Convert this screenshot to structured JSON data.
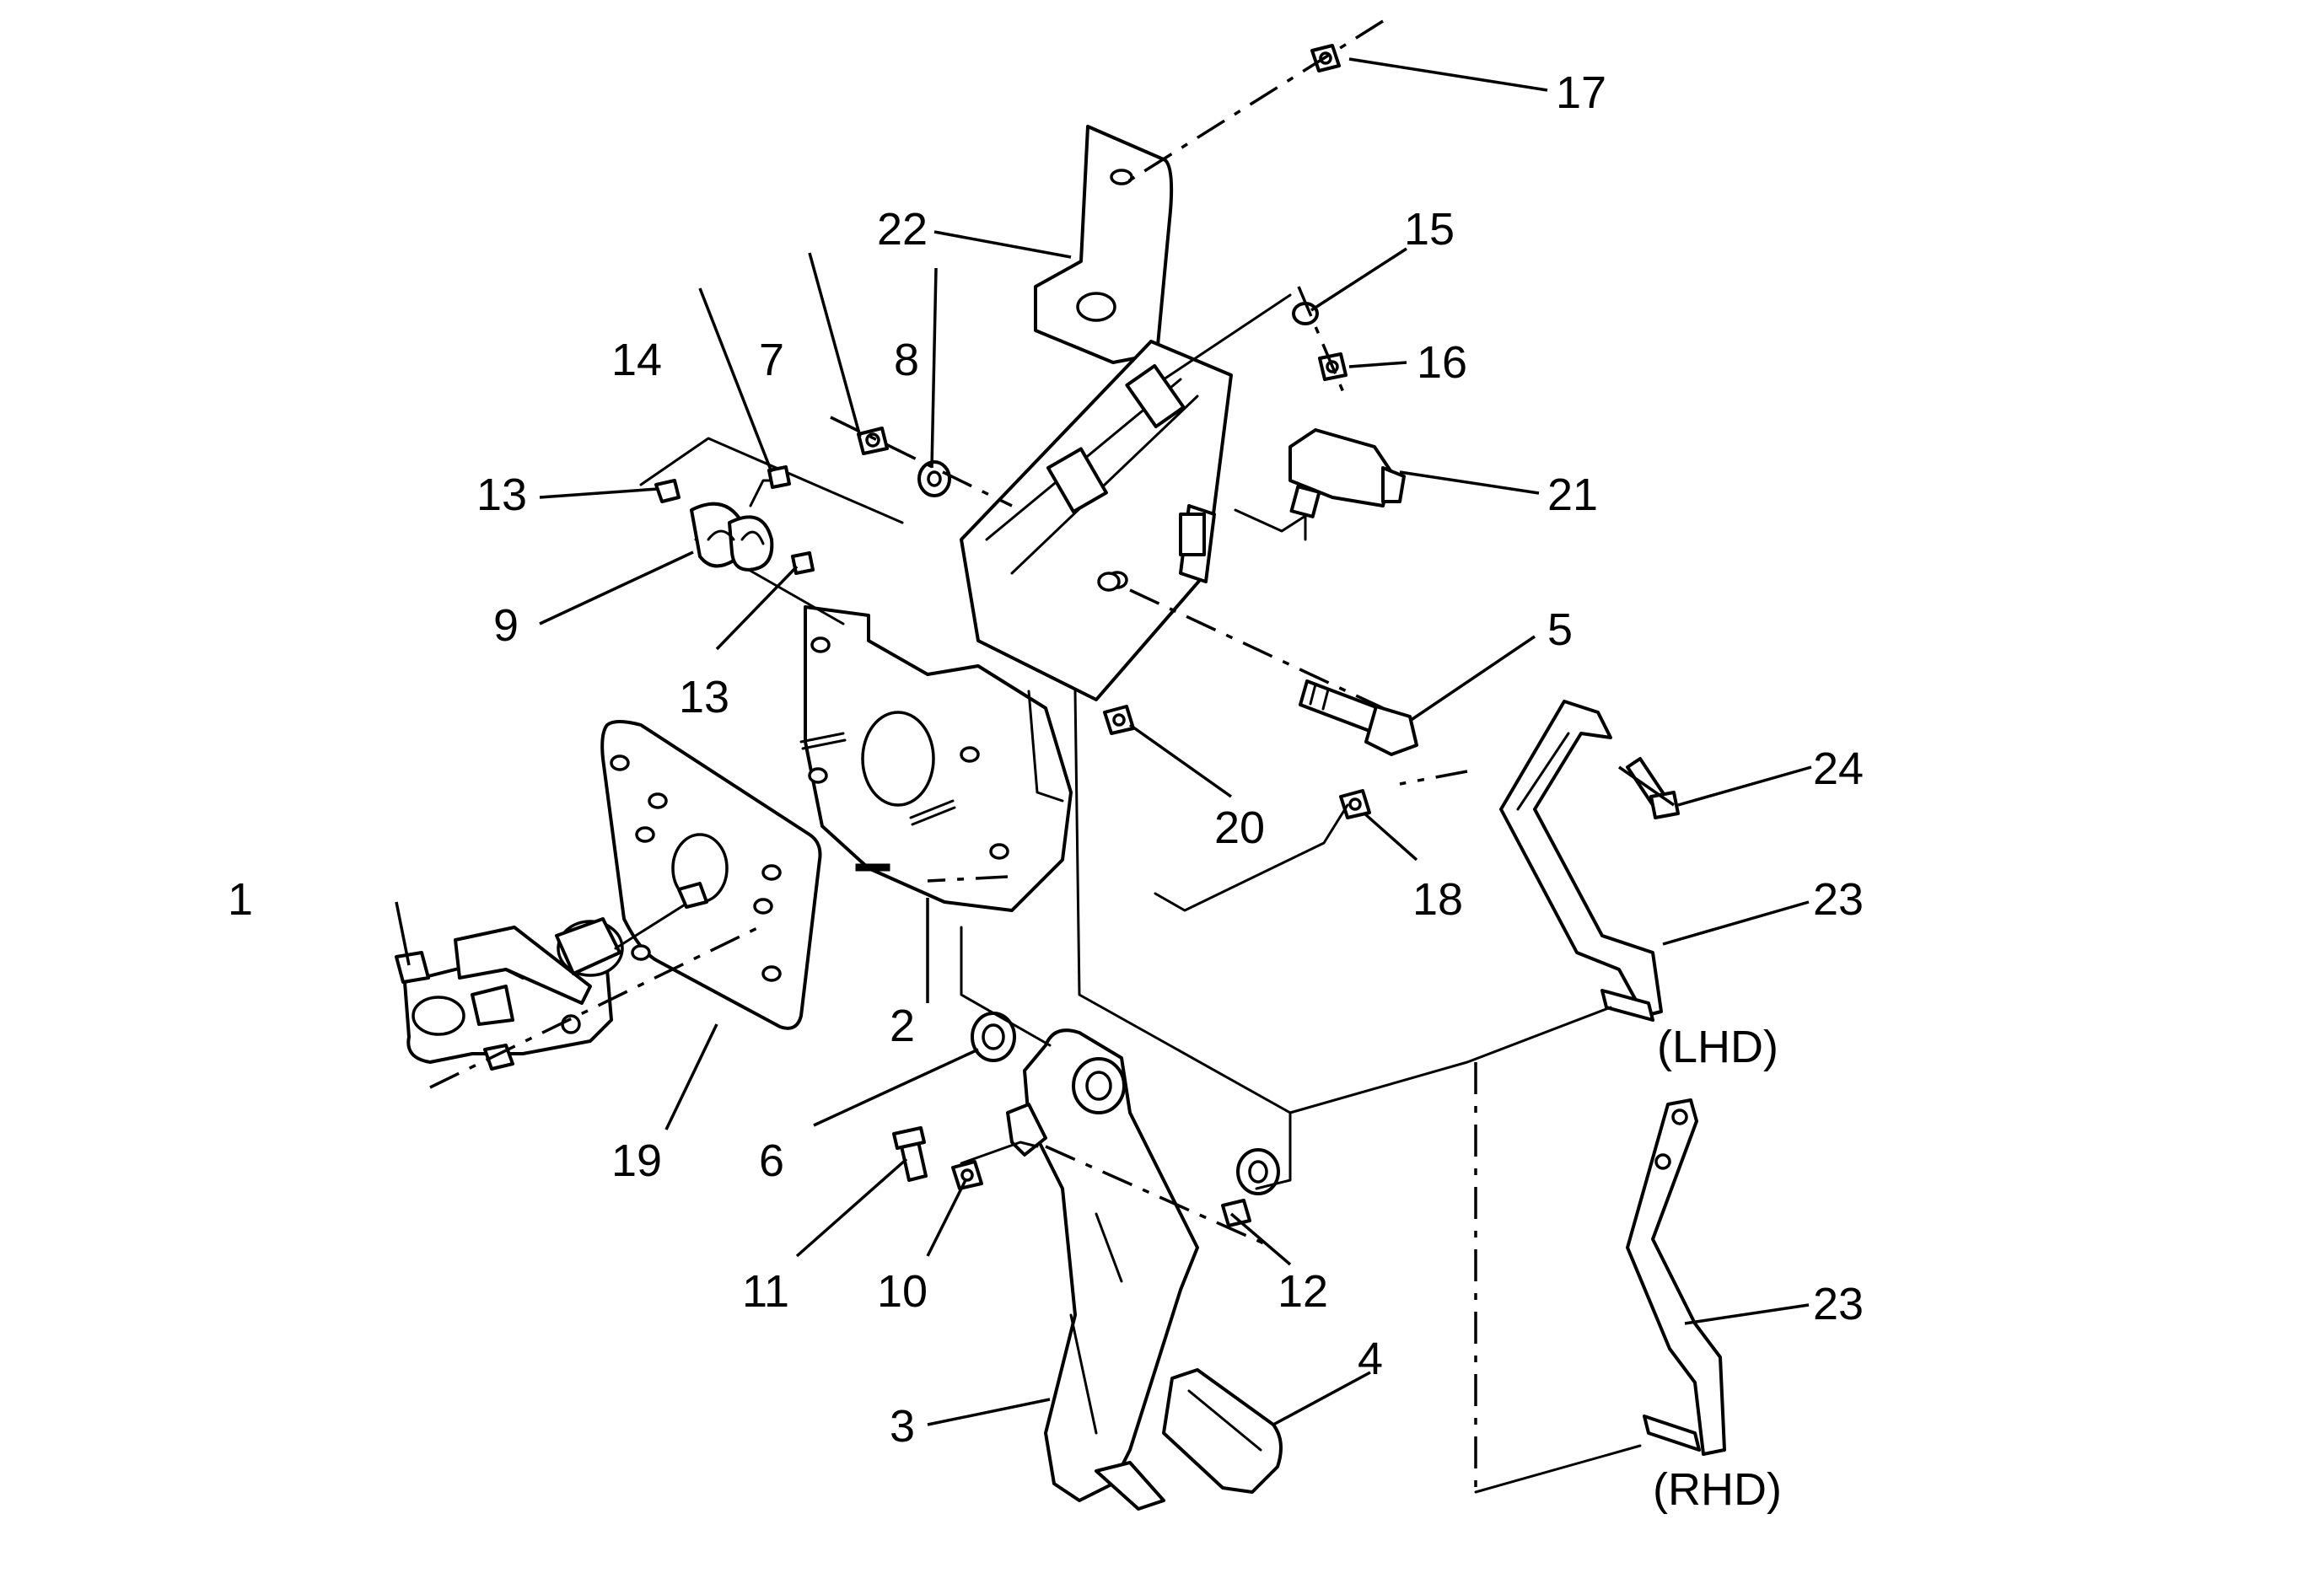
{
  "diagram": {
    "background": "#ffffff",
    "line_color": "#000000",
    "callouts": [
      {
        "id": "c1",
        "text": "1"
      },
      {
        "id": "c2",
        "text": "2"
      },
      {
        "id": "c3",
        "text": "3"
      },
      {
        "id": "c4",
        "text": "4"
      },
      {
        "id": "c5",
        "text": "5"
      },
      {
        "id": "c6",
        "text": "6"
      },
      {
        "id": "c7",
        "text": "7"
      },
      {
        "id": "c8",
        "text": "8"
      },
      {
        "id": "c9",
        "text": "9"
      },
      {
        "id": "c10",
        "text": "10"
      },
      {
        "id": "c11",
        "text": "11"
      },
      {
        "id": "c12",
        "text": "12"
      },
      {
        "id": "c13a",
        "text": "13"
      },
      {
        "id": "c13b",
        "text": "13"
      },
      {
        "id": "c14",
        "text": "14"
      },
      {
        "id": "c15",
        "text": "15"
      },
      {
        "id": "c16",
        "text": "16"
      },
      {
        "id": "c17",
        "text": "17"
      },
      {
        "id": "c18",
        "text": "18"
      },
      {
        "id": "c19",
        "text": "19"
      },
      {
        "id": "c20",
        "text": "20"
      },
      {
        "id": "c21",
        "text": "21"
      },
      {
        "id": "c22",
        "text": "22"
      },
      {
        "id": "c23a",
        "text": "23"
      },
      {
        "id": "c23b",
        "text": "23"
      },
      {
        "id": "c24",
        "text": "24"
      }
    ],
    "variant_labels": {
      "lhd": "(LHD)",
      "rhd": "(RHD)"
    }
  }
}
